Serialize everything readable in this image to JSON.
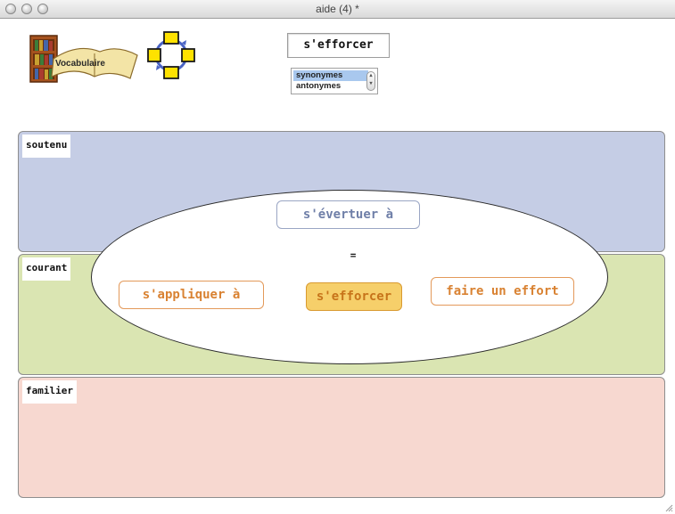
{
  "window": {
    "title": "aide (4) *"
  },
  "toolbar": {
    "vocab_icon_label": "Vocabulaire",
    "word_field_value": "s'efforcer",
    "relation_list": {
      "selected": "synonymes",
      "other": "antonymes"
    }
  },
  "bands": {
    "soutenu": {
      "label": "soutenu",
      "color": "#c5cde5"
    },
    "courant": {
      "label": "courant",
      "color": "#dae5b2"
    },
    "familier": {
      "label": "familier",
      "color": "#f7d8d0"
    }
  },
  "diagram": {
    "relation_symbol": "=",
    "soutenu_word": "s'évertuer à",
    "courant_words": {
      "left": "s'appliquer à",
      "center": "s'efforcer",
      "right": "faire un effort"
    }
  },
  "icons": [
    "bookshelf-vocabulary-icon",
    "cycle-arrows-icon",
    "stepper-arrows-icon",
    "resize-grip-icon"
  ],
  "colors": {
    "selection": "#a9c8ee",
    "current_word_fill": "#f6cf6a",
    "courant_word_text": "#d98232",
    "soutenu_word_text": "#6f7fa8"
  }
}
